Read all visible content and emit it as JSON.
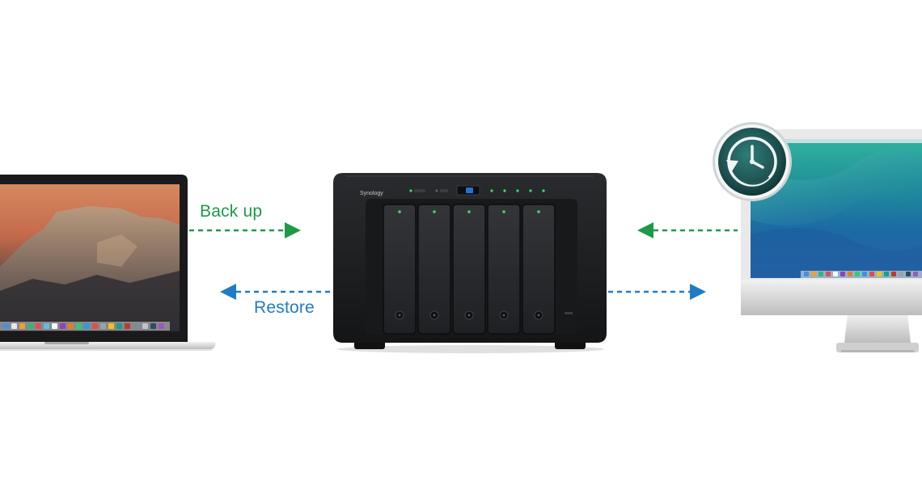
{
  "diagram": {
    "labels": {
      "backup": "Back up",
      "restore": "Restore"
    },
    "nas": {
      "brand": "Synology",
      "bay_count": 5
    },
    "colors": {
      "backup": "#1d9a45",
      "restore": "#1f7cc4",
      "nas_body": "#1b1c1e",
      "drive_bay": "#2a2b2e"
    },
    "icons": {
      "laptop": "macbook-laptop-icon",
      "nas": "nas-device-icon",
      "desktop": "imac-desktop-icon",
      "time_machine": "time-machine-icon"
    }
  }
}
